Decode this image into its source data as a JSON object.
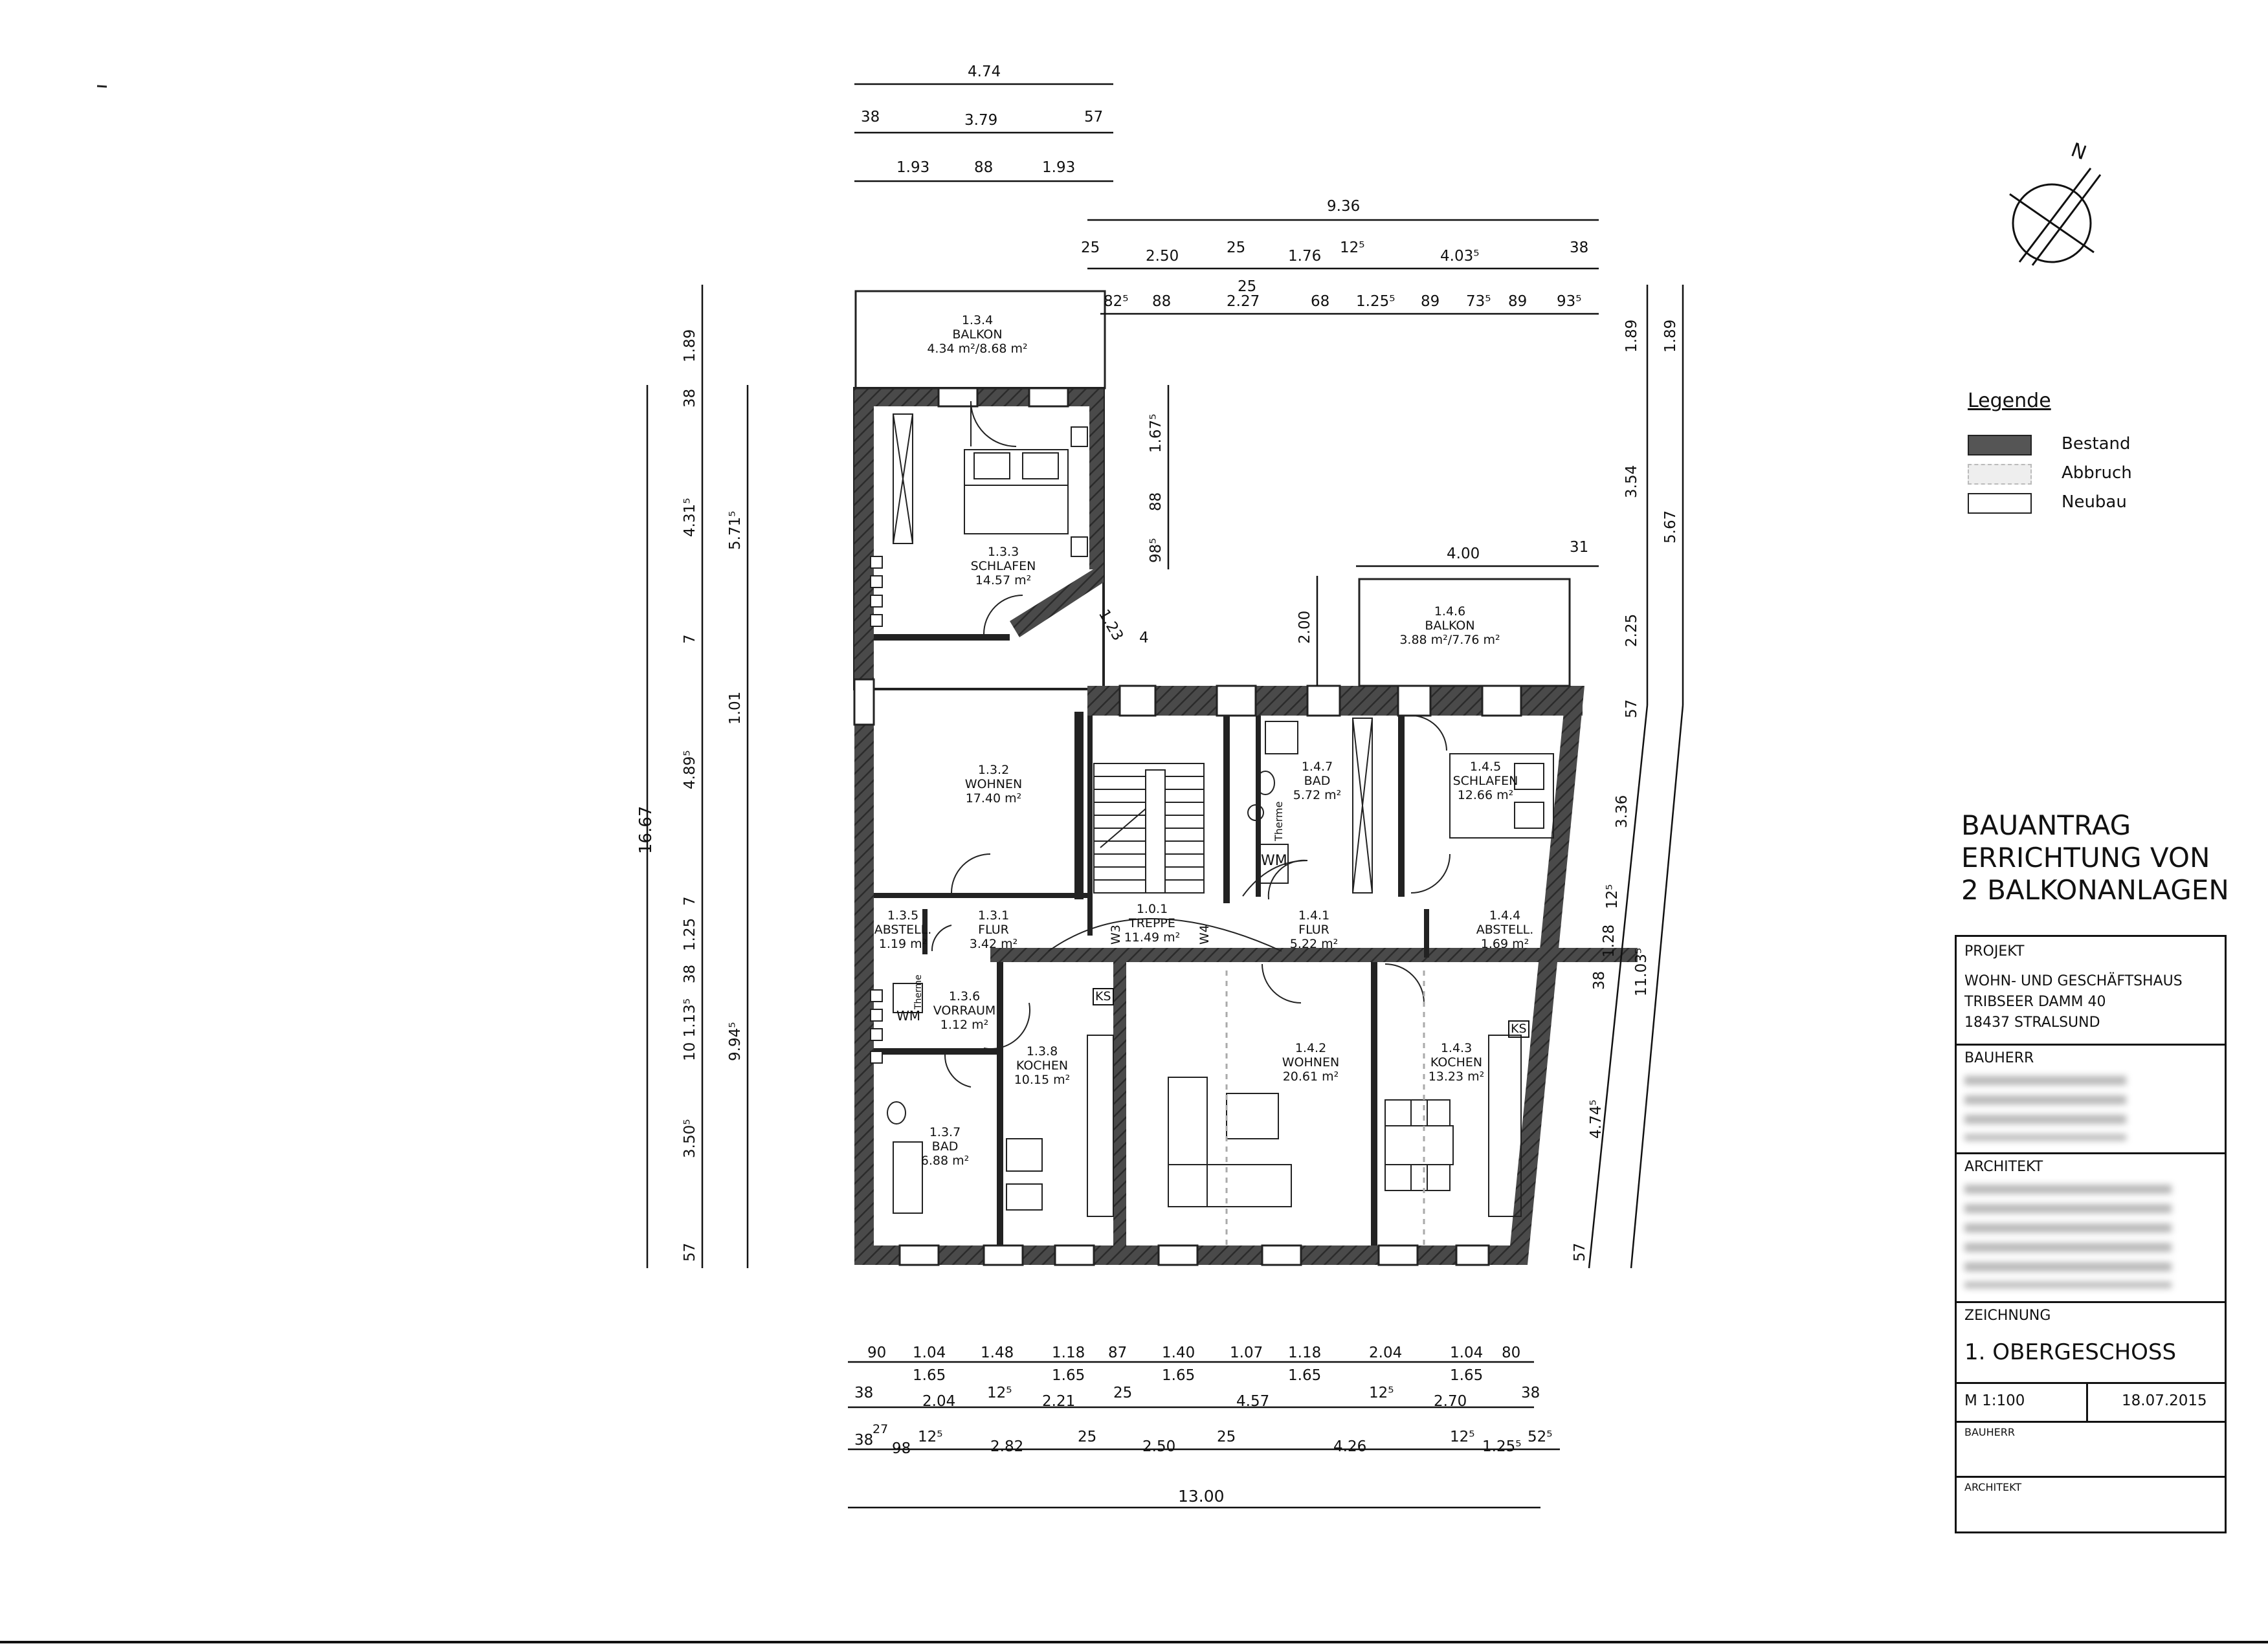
{
  "north_label": "N",
  "legend": {
    "title": "Legende",
    "items": [
      {
        "label": "Bestand",
        "color": "#555555"
      },
      {
        "label": "Abbruch",
        "color": "#dddddd"
      },
      {
        "label": "Neubau",
        "color": "#ffffff"
      }
    ]
  },
  "title_block": {
    "heading_lines": [
      "BAUANTRAG",
      "ERRICHTUNG VON",
      "2 BALKONANLAGEN"
    ],
    "projekt_label": "PROJEKT",
    "projekt_lines": [
      "WOHN- UND GESCHÄFTSHAUS",
      "TRIBSEER DAMM 40",
      "18437 STRALSUND"
    ],
    "bauherr_label": "BAUHERR",
    "architekt_label": "ARCHITEKT",
    "zeichnung_label": "ZEICHNUNG",
    "zeichnung_value": "1. OBERGESCHOSS",
    "massstab": "M 1:100",
    "datum": "18.07.2015",
    "sign_bauherr": "BAUHERR",
    "sign_architekt": "ARCHITEKT"
  },
  "rooms": [
    {
      "id": "1.3.4",
      "name": "BALKON",
      "area": "4.34 m²/8.68 m²"
    },
    {
      "id": "1.3.3",
      "name": "SCHLAFEN",
      "area": "14.57 m²"
    },
    {
      "id": "1.3.2",
      "name": "WOHNEN",
      "area": "17.40 m²"
    },
    {
      "id": "1.3.5",
      "name": "ABSTELL.",
      "area": "1.19 m²"
    },
    {
      "id": "1.3.1",
      "name": "FLUR",
      "area": "3.42 m²"
    },
    {
      "id": "1.0.1",
      "name": "TREPPE",
      "area": "11.49 m²"
    },
    {
      "id": "1.4.1",
      "name": "FLUR",
      "area": "5.22 m²"
    },
    {
      "id": "1.4.4",
      "name": "ABSTELL.",
      "area": "1.69 m²"
    },
    {
      "id": "1.3.6",
      "name": "VORRAUM",
      "area": "1.12 m²"
    },
    {
      "id": "1.3.8",
      "name": "KOCHEN",
      "area": "10.15 m²"
    },
    {
      "id": "1.3.7",
      "name": "BAD",
      "area": "6.88 m²"
    },
    {
      "id": "1.4.2",
      "name": "WOHNEN",
      "area": "20.61 m²"
    },
    {
      "id": "1.4.3",
      "name": "KOCHEN",
      "area": "13.23 m²"
    },
    {
      "id": "1.4.7",
      "name": "BAD",
      "area": "5.72 m²"
    },
    {
      "id": "1.4.5",
      "name": "SCHLAFEN",
      "area": "12.66 m²"
    },
    {
      "id": "1.4.6",
      "name": "BALKON",
      "area": "3.88 m²/7.76 m²"
    }
  ],
  "fixture_labels": {
    "wm": "WM",
    "therme": "Therme",
    "ks": "KS",
    "w3": "W3",
    "w4": "W4"
  },
  "dims": {
    "top_left": [
      "4.74",
      "38",
      "3.79",
      "57",
      "1.93",
      "88",
      "1.93"
    ],
    "top_right": [
      "9.36",
      "25",
      "2.50",
      "25",
      "1.76",
      "12⁵",
      "4.03⁵",
      "38"
    ],
    "top_right2": [
      "25",
      "2.27",
      "82⁵",
      "88",
      "68",
      "1.25⁵",
      "89",
      "73⁵",
      "89",
      "93⁵"
    ],
    "left_outer": [
      "16.67"
    ],
    "left_1": [
      "1.89",
      "38",
      "4.31⁵",
      "7",
      "4.89⁵",
      "7",
      "1.25",
      "38",
      "10 1.13⁵",
      "3.50⁵",
      "57"
    ],
    "left_2": [
      "5.71⁵",
      "1.01",
      "9.94⁵"
    ],
    "mid": [
      "1.67⁵",
      "88",
      "98⁵",
      "1.23",
      "4",
      "2.00",
      "4.00",
      "31"
    ],
    "right_1": [
      "1.89",
      "3.54",
      "2.25",
      "57",
      "3.36",
      "12⁵",
      "1.28",
      "38",
      "4.74⁵",
      "57"
    ],
    "right_2": [
      "1.89",
      "5.67",
      "11.03⁵"
    ],
    "bottom_1": [
      "90",
      "1.04",
      "1.48",
      "1.18",
      "87",
      "1.40",
      "1.07",
      "1.18",
      "2.04",
      "1.04",
      "80",
      "1.65",
      "1.65",
      "1.65",
      "1.65"
    ],
    "bottom_2": [
      "38",
      "2.04",
      "12⁵",
      "2.21",
      "25",
      "4.57",
      "12⁵",
      "2.70",
      "38"
    ],
    "bottom_3": [
      "38",
      "27",
      "98",
      "12⁵",
      "2.82",
      "25",
      "2.50",
      "25",
      "4.26",
      "12⁵",
      "1.25⁵",
      "52⁵"
    ],
    "bottom_total": [
      "13.00"
    ]
  }
}
